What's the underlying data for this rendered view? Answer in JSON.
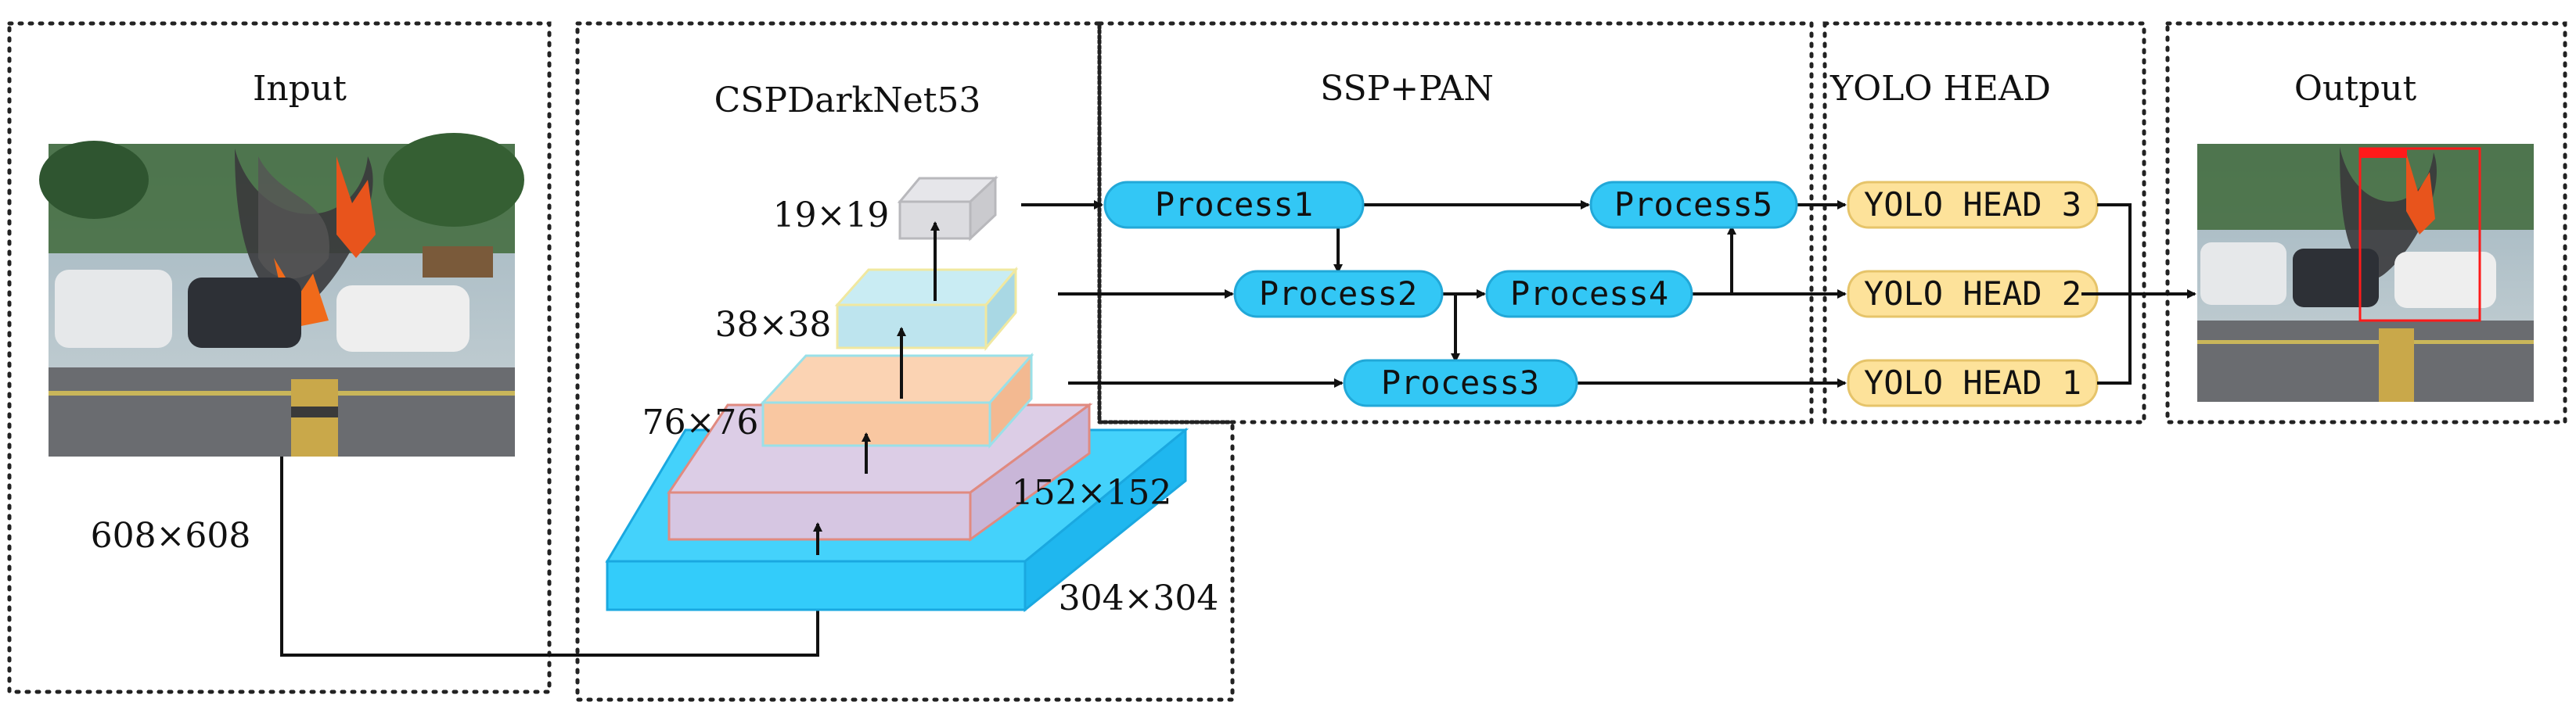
{
  "panels": {
    "input_title": "Input",
    "backbone_title": "CSPDarkNet53",
    "neck_title": "SSP+PAN",
    "head_title": "YOLO HEAD",
    "output_title": "Output"
  },
  "input_size": "608×608",
  "pyramid_sizes": {
    "s19": "19×19",
    "s38": "38×38",
    "s76": "76×76",
    "s152": "152×152",
    "s304": "304×304"
  },
  "process_labels": {
    "p1": "Process1",
    "p2": "Process2",
    "p3": "Process3",
    "p4": "Process4",
    "p5": "Process5"
  },
  "head_labels": {
    "h3": "YOLO HEAD 3",
    "h2": "YOLO HEAD 2",
    "h1": "YOLO HEAD 1"
  },
  "colors": {
    "process_fill": "#33c7f5",
    "head_fill": "#fde29a",
    "block_304": "#33ccfa",
    "block_152": "#d6c6e2",
    "block_76": "#f9c7a1",
    "block_38": "#bde4ee",
    "block_19": "#dcdce0"
  }
}
